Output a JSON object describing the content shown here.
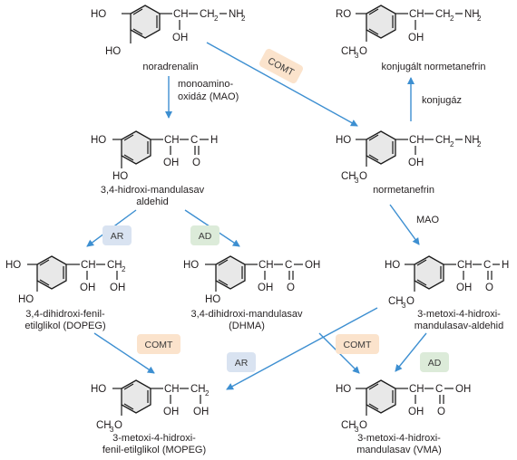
{
  "colors": {
    "arrow": "#3d8fd1",
    "comt_badge": "#fbe3cc",
    "ar_badge": "#d9e3f1",
    "ad_badge": "#dcebd9",
    "ring_fill": "#e8e8e8"
  },
  "badges": {
    "comt": "COMT",
    "ar": "AR",
    "ad": "AD"
  },
  "arrow_labels": {
    "mao_top": [
      "monoamino-",
      "oxidáz (MAO)"
    ],
    "mao_right": "MAO",
    "konjugaz": "konjugáz"
  },
  "atoms": {
    "ho": "HO",
    "ro": "RO",
    "oh": "OH",
    "h": "H",
    "o": "O",
    "nh2": "NH",
    "nh2_sub": "2",
    "ch": "CH",
    "ch2": "CH",
    "c": "C",
    "ch3o": "CH",
    "ch3o_sub": "3",
    "ch3o_o": "O",
    "sub2": "2"
  },
  "molecules": {
    "noradrenalin": {
      "name": [
        "noradrenalin"
      ]
    },
    "konjugalt": {
      "name": [
        "konjugált normetanefrin"
      ]
    },
    "dhma_aldehyde": {
      "name": [
        "3,4-hidroxi-mandulasav",
        "aldehid"
      ]
    },
    "normetanefrin": {
      "name": [
        "normetanefrin"
      ]
    },
    "dopeg": {
      "name": [
        "3,4-dihidroxi-fenil-",
        "etilglikol (DOPEG)"
      ]
    },
    "dhma": {
      "name": [
        "3,4-dihidroxi-mandulasav",
        "(DHMA)"
      ]
    },
    "mopeg_aldehyde": {
      "name": [
        "3-metoxi-4-hidroxi-",
        "mandulasav-aldehid"
      ]
    },
    "mopeg": {
      "name": [
        "3-metoxi-4-hidroxi-",
        "fenil-etilglikol (MOPEG)"
      ]
    },
    "vma": {
      "name": [
        "3-metoxi-4-hidroxi-",
        "mandulasav (VMA)"
      ]
    }
  }
}
